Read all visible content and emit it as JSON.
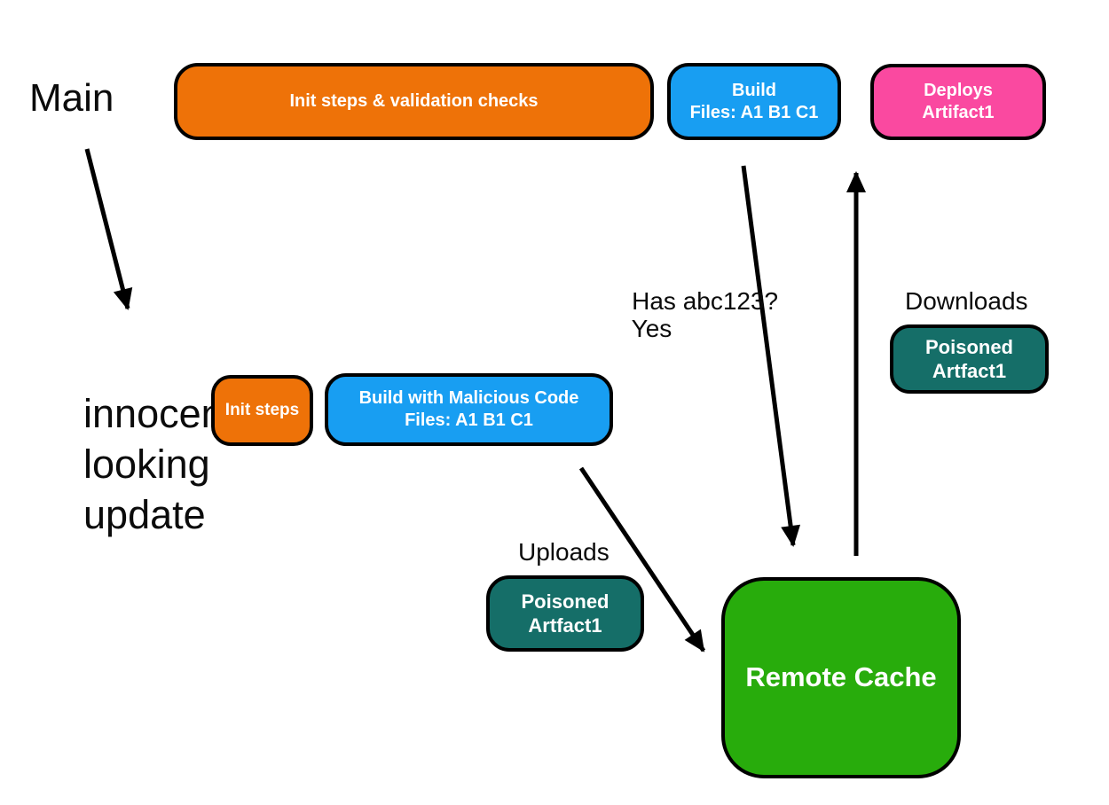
{
  "colors": {
    "orange": "#EE7208",
    "blue": "#189EF2",
    "pink": "#FA49A0",
    "teal": "#156E68",
    "green": "#28AC0C",
    "outline": "#000000",
    "arrow": "#000000",
    "node_text": "#FFFFFF",
    "label_text": "#0B0B0B"
  },
  "labels": {
    "main_branch": "Main",
    "update_branch": {
      "line1": "innocent",
      "line2": "looking",
      "line3": "update"
    },
    "query": {
      "line1": "Has abc123?",
      "line2": "Yes"
    },
    "downloads": "Downloads",
    "uploads": "Uploads"
  },
  "nodes": {
    "init_main": {
      "label": "Init steps & validation checks",
      "color": "#EE7208"
    },
    "build_main": {
      "line1": "Build",
      "line2": "Files: A1 B1 C1",
      "color": "#189EF2"
    },
    "deploy_main": {
      "line1": "Deploys",
      "line2": "Artifact1",
      "color": "#FA49A0"
    },
    "init_update": {
      "label": "Init steps",
      "color": "#EE7208"
    },
    "build_update": {
      "line1": "Build with Malicious Code",
      "line2": "Files: A1 B1 C1",
      "color": "#189EF2"
    },
    "poisoned_upload": {
      "line1": "Poisoned",
      "line2": "Artfact1",
      "color": "#156E68"
    },
    "poisoned_download": {
      "line1": "Poisoned",
      "line2": "Artfact1",
      "color": "#156E68"
    },
    "remote_cache": {
      "label": "Remote Cache",
      "color": "#28AC0C"
    }
  }
}
